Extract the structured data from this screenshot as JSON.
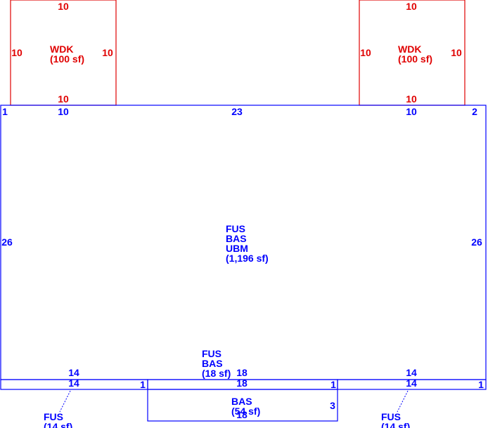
{
  "colors": {
    "living": "#0000ff",
    "deck": "#e00000"
  },
  "deck_left": {
    "code": "WDK",
    "area": "(100 sf)",
    "dim_top": "10",
    "dim_left": "10",
    "dim_right": "10",
    "dim_bottom": "10"
  },
  "deck_right": {
    "code": "WDK",
    "area": "(100 sf)",
    "dim_top": "10",
    "dim_left": "10",
    "dim_right": "10",
    "dim_bottom": "10"
  },
  "main_area": {
    "code_1": "FUS",
    "code_2": "BAS",
    "code_3": "UBM",
    "area": "(1,196 sf)",
    "dim_top_left_corner": "1",
    "dim_top_left": "10",
    "dim_top_center": "23",
    "dim_top_right": "10",
    "dim_top_right_corner": "2",
    "dim_left": "26",
    "dim_right": "26",
    "dim_bottom_left": "14",
    "dim_bottom_center": "18",
    "dim_bottom_right": "14"
  },
  "strip_center": {
    "code_1": "FUS",
    "code_2": "BAS",
    "area": "(18 sf)",
    "dim_top": "18",
    "dim_right": "1"
  },
  "strip_left": {
    "dim_top": "14",
    "dim_right": "1",
    "code": "FUS",
    "area": "(14 sf)"
  },
  "strip_right": {
    "dim_top": "14",
    "dim_right": "1",
    "code": "FUS",
    "area": "(14 sf)"
  },
  "bump_out": {
    "code": "BAS",
    "area": "(54 sf)",
    "dim_right": "3",
    "dim_bottom": "18"
  }
}
